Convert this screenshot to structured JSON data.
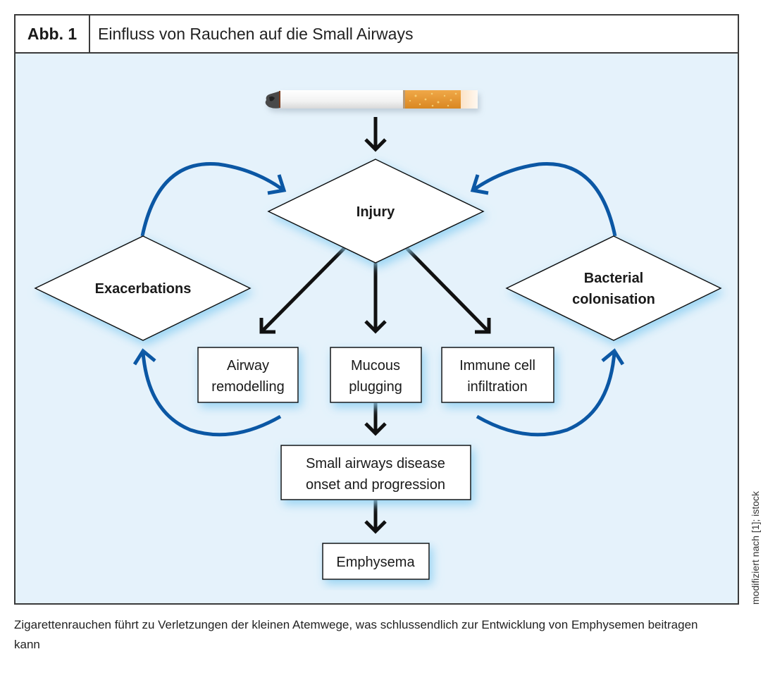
{
  "figure": {
    "label": "Abb. 1",
    "title": "Einfluss von Rauchen auf die Small Airways"
  },
  "nodes": {
    "cigarette": {
      "icon": "cigarette-icon"
    },
    "injury": {
      "label": "Injury",
      "shape": "diamond"
    },
    "exacerbations": {
      "label": "Exacerbations",
      "shape": "diamond"
    },
    "bacterial": {
      "line1": "Bacterial",
      "line2": "colonisation",
      "shape": "diamond"
    },
    "airway": {
      "line1": "Airway",
      "line2": "remodelling",
      "shape": "box"
    },
    "mucous": {
      "line1": "Mucous",
      "line2": "plugging",
      "shape": "box"
    },
    "immune": {
      "line1": "Immune cell",
      "line2": "infiltration",
      "shape": "box"
    },
    "small_airways": {
      "line1": "Small airways disease",
      "line2": "onset and progression",
      "shape": "box"
    },
    "emphysema": {
      "label": "Emphysema",
      "shape": "box"
    }
  },
  "edges": [
    {
      "from": "cigarette",
      "to": "injury",
      "color": "black"
    },
    {
      "from": "injury",
      "to": "airway",
      "color": "black"
    },
    {
      "from": "injury",
      "to": "mucous",
      "color": "black"
    },
    {
      "from": "injury",
      "to": "immune",
      "color": "black"
    },
    {
      "from": "mucous",
      "to": "small_airways",
      "color": "black"
    },
    {
      "from": "small_airways",
      "to": "emphysema",
      "color": "black"
    },
    {
      "from": "exacerbations",
      "to": "injury",
      "color": "blue"
    },
    {
      "from": "bacterial",
      "to": "injury",
      "color": "blue"
    },
    {
      "from": "airway",
      "to": "exacerbations",
      "color": "blue"
    },
    {
      "from": "immune",
      "to": "bacterial",
      "color": "blue"
    }
  ],
  "colors": {
    "background": "#e5f2fb",
    "feedback_arrow": "#0b57a4",
    "flow_arrow": "#111111",
    "glow": "#8fd0f2"
  },
  "caption": "Zigarettenrauchen führt zu Verletzungen der kleinen Atemwege, was schlussendlich zur Entwicklung von Emphysemen beitragen kann",
  "credit": "modifiziert nach [1]; istock"
}
